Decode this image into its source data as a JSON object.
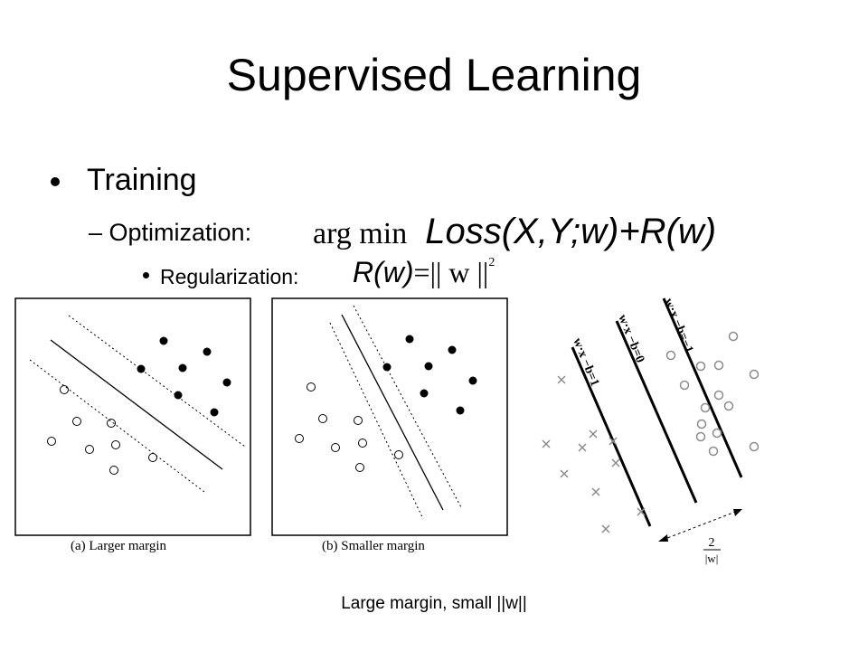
{
  "slide": {
    "title": "Supervised Learning",
    "bullet_level1": "Training",
    "bullet_level2": "– Optimization:",
    "bullet_level3": "Regularization:",
    "equation_optimization": {
      "argmin": "arg min",
      "loss": "Loss(X,Y;w)+R(w)"
    },
    "equation_regularization": {
      "lhs": "R(w)",
      "rhs": "=|| w ||",
      "exponent": "2"
    },
    "caption": "Large margin, small ||w||"
  },
  "figure_a": {
    "label": "(a) Larger margin"
  },
  "figure_b": {
    "label": "(b) Smaller margin"
  },
  "figure_c": {
    "line_labels": [
      "w·x −b=1",
      "w·x −b=0",
      "w·x −b=−1"
    ],
    "margin_numerator": "2",
    "margin_denominator": "|w|"
  }
}
